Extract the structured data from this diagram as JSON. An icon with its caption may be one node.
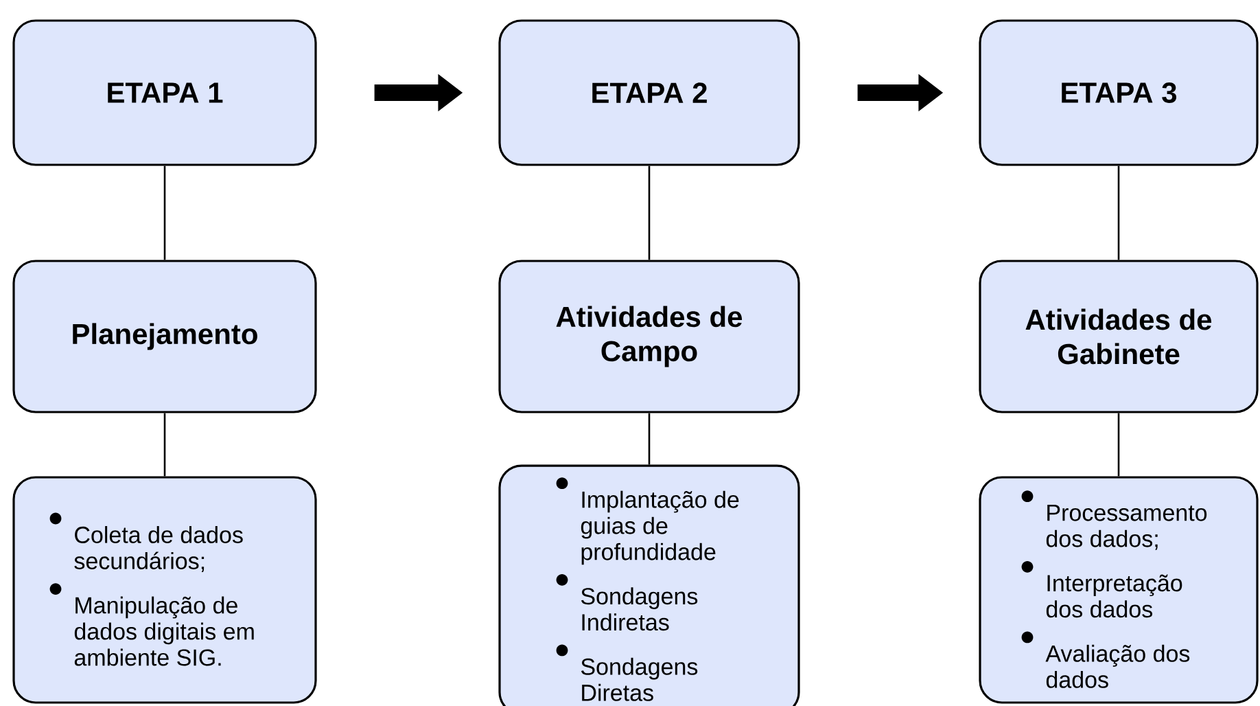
{
  "diagram": {
    "nodes": [
      {
        "text": [
          "ETAPA 1"
        ]
      },
      {
        "text": [
          "ETAPA 2"
        ]
      },
      {
        "text": [
          "ETAPA 3"
        ]
      },
      {
        "text": [
          "Planejamento"
        ]
      },
      {
        "text": [
          "Atividades de Campo"
        ]
      },
      {
        "text": [
          "Atividades de Gabinete"
        ]
      },
      {
        "text": [
          "Coleta de dados secundários;",
          "Manipulação de dados digitais em ambiente SIG."
        ]
      },
      {
        "text": [
          "Implantação de guias de profundidade",
          "Sondagens Indiretas",
          "Sondagens Diretas"
        ]
      },
      {
        "text": [
          "Processamento dos dados;",
          "Interpretação dos dados",
          "Avaliação dos dados"
        ]
      }
    ],
    "edges": [
      {
        "from": 0,
        "to": 1,
        "arrow": "to",
        "style": "thick"
      },
      {
        "from": 1,
        "to": 2,
        "arrow": "to",
        "style": "thick"
      },
      {
        "from": 0,
        "to": 3,
        "arrow": "none"
      },
      {
        "from": 3,
        "to": 6,
        "arrow": "none"
      },
      {
        "from": 1,
        "to": 4,
        "arrow": "none"
      },
      {
        "from": 4,
        "to": 7,
        "arrow": "none"
      },
      {
        "from": 2,
        "to": 5,
        "arrow": "none"
      },
      {
        "from": 5,
        "to": 8,
        "arrow": "none"
      }
    ]
  }
}
